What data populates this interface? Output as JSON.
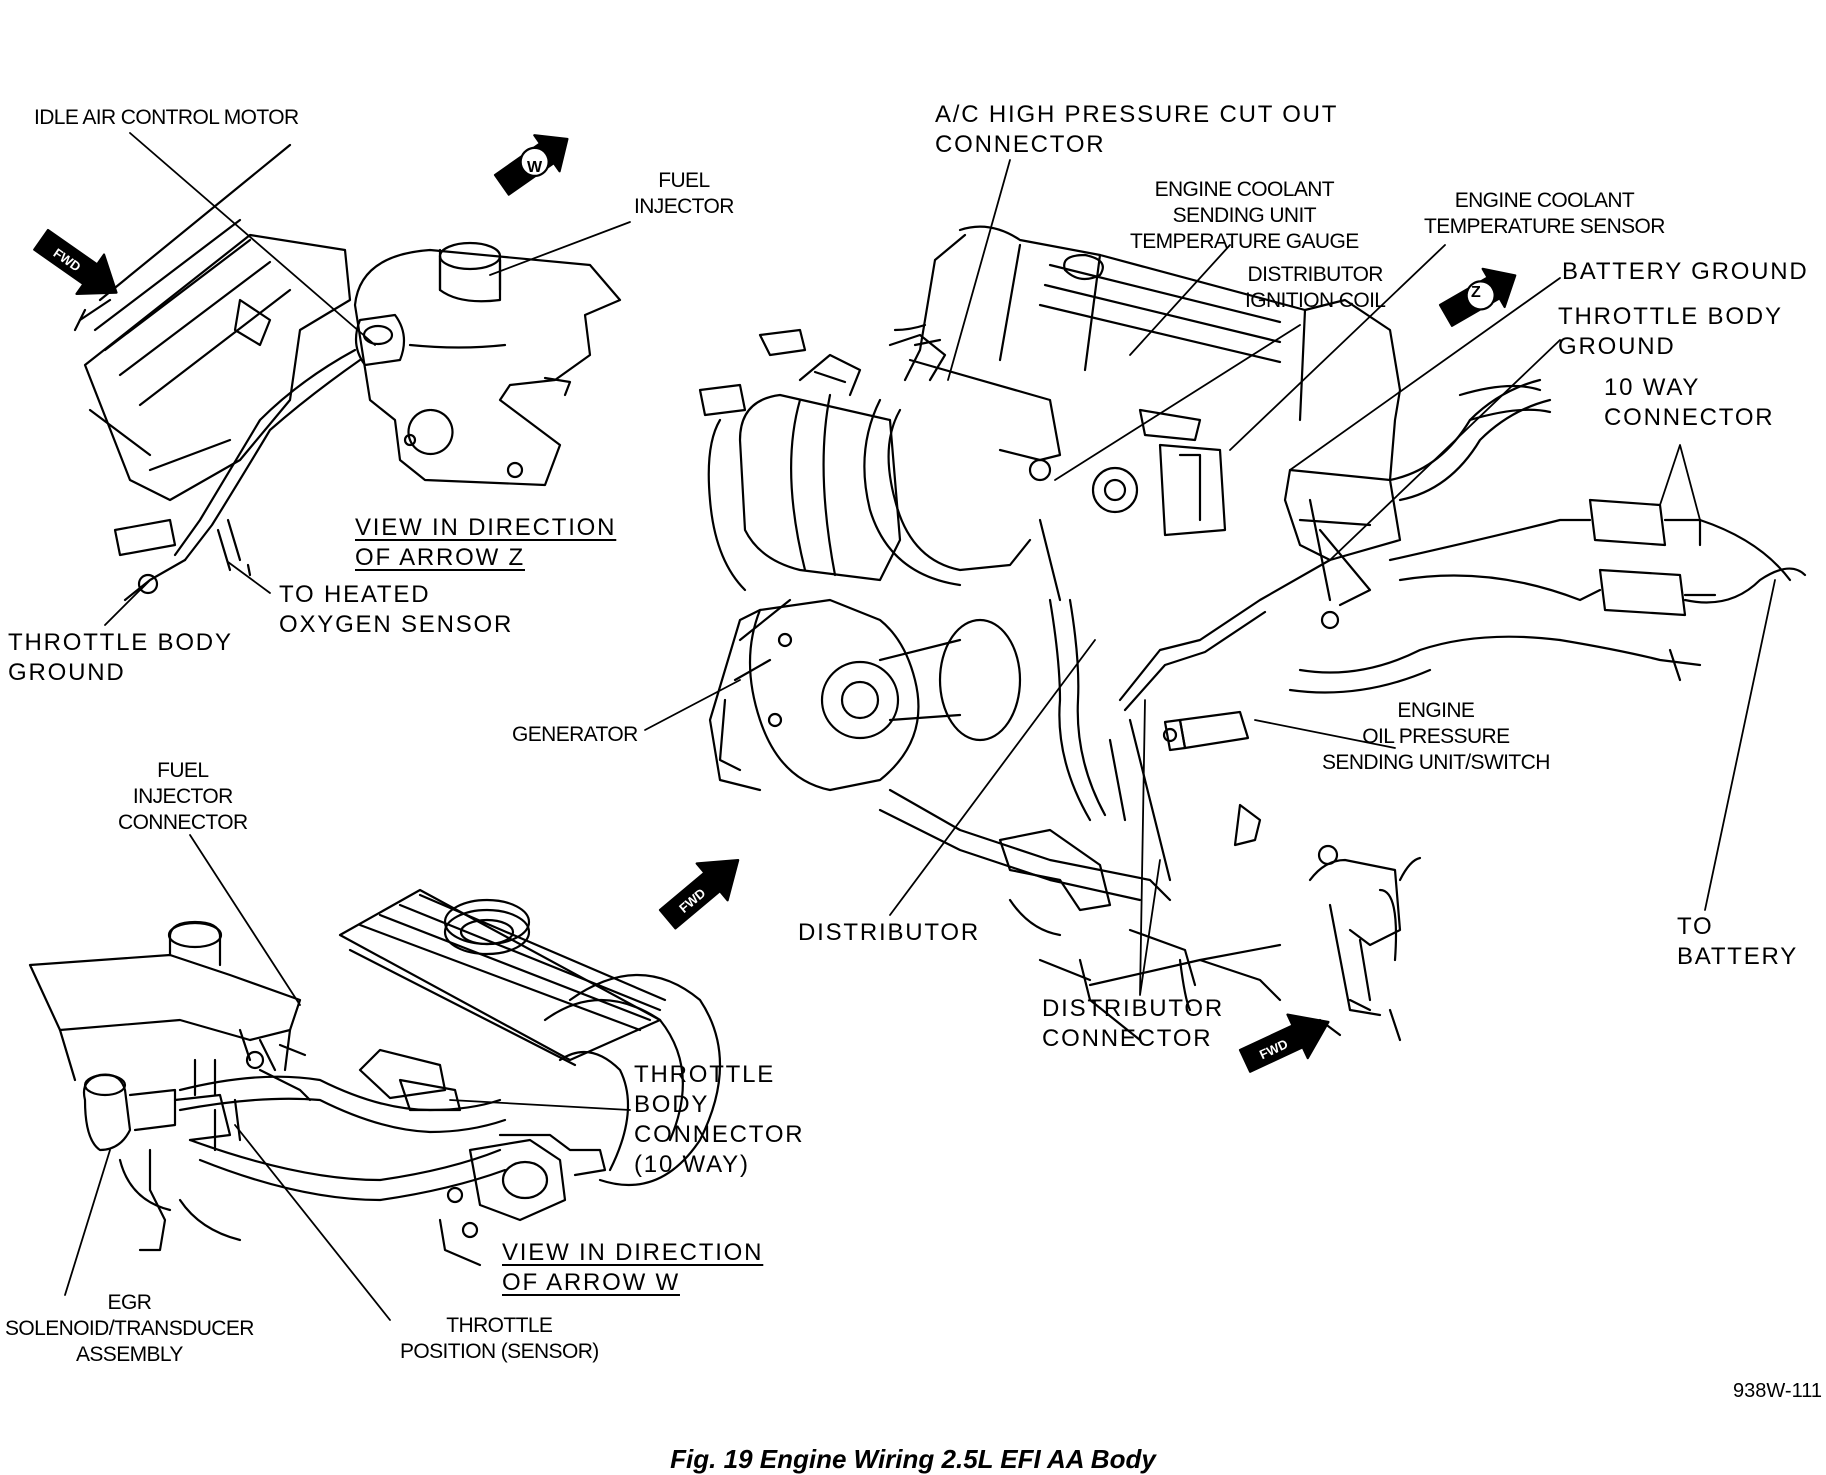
{
  "figure": {
    "caption": "Fig. 19 Engine Wiring 2.5L EFI AA Body",
    "code": "938W-111"
  },
  "view_z": {
    "title": "VIEW IN DIRECTION\nOF ARROW Z",
    "labels": {
      "idle_air": "IDLE AIR CONTROL MOTOR",
      "fuel_injector": "FUEL\nINJECTOR",
      "heated_o2": "TO HEATED\nOXYGEN SENSOR",
      "tb_ground": "THROTTLE BODY\nGROUND"
    },
    "arrow_letter": "W"
  },
  "view_w": {
    "title": "VIEW IN DIRECTION\nOF ARROW W",
    "labels": {
      "fi_connector": "FUEL\nINJECTOR\nCONNECTOR",
      "tb_connector": "THROTTLE\nBODY\nCONNECTOR\n(10 WAY)",
      "egr": "EGR\nSOLENOID/TRANSDUCER\nASSEMBLY",
      "tps": "THROTTLE\nPOSITION (SENSOR)"
    }
  },
  "main": {
    "labels": {
      "ac_cutout": "A/C HIGH PRESSURE CUT OUT\nCONNECTOR",
      "ect_gauge": "ENGINE COOLANT\nSENDING UNIT\nTEMPERATURE GAUGE",
      "dist_coil": "DISTRIBUTOR\nIGNITION COIL",
      "ect_sensor": "ENGINE COOLANT\nTEMPERATURE SENSOR",
      "battery_ground": "BATTERY GROUND",
      "tb_ground": "THROTTLE BODY\nGROUND",
      "ten_way": "10 WAY\nCONNECTOR",
      "generator": "GENERATOR",
      "oil_pressure": "ENGINE\nOIL PRESSURE\nSENDING UNIT/SWITCH",
      "distributor": "DISTRIBUTOR",
      "dist_connector": "DISTRIBUTOR\nCONNECTOR",
      "to_battery": "TO\nBATTERY"
    },
    "arrow_letter": "Z"
  },
  "fwd_label": "FWD"
}
